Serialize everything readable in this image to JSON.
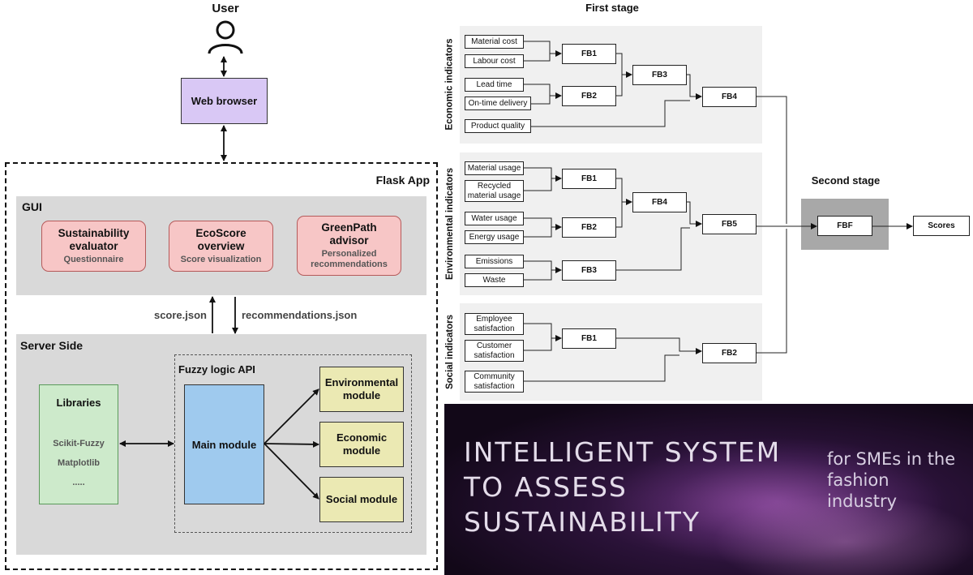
{
  "left": {
    "user_label": "User",
    "web_browser": "Web browser",
    "flask_app": "Flask App",
    "gui": {
      "title": "GUI",
      "boxes": [
        {
          "title": "Sustainability evaluator",
          "subtitle": "Questionnaire"
        },
        {
          "title": "EcoScore overview",
          "subtitle": "Score visualization"
        },
        {
          "title": "GreenPath advisor",
          "subtitle": "Personalized recommendations"
        }
      ]
    },
    "score_json": "score.json",
    "recommendations_json": "recommendations.json",
    "server": {
      "title": "Server Side",
      "libraries": {
        "title": "Libraries",
        "items": [
          "Scikit-Fuzzy",
          "Matplotlib",
          "....."
        ]
      },
      "fuzzy_api": "Fuzzy logic API",
      "main_module": "Main module",
      "modules": [
        "Environmental module",
        "Economic module",
        "Social module"
      ]
    }
  },
  "right": {
    "first_stage": "First stage",
    "second_stage": "Second stage",
    "economic": {
      "label": "Economic indicators",
      "indicators": [
        "Material cost",
        "Labour cost",
        "Lead time",
        "On-time delivery",
        "Product quality"
      ],
      "blocks": [
        "FB1",
        "FB2",
        "FB3",
        "FB4"
      ]
    },
    "environmental": {
      "label": "Environmental indicators",
      "indicators": [
        "Material usage",
        "Recycled material usage",
        "Water usage",
        "Energy usage",
        "Emissions",
        "Waste"
      ],
      "blocks": [
        "FB1",
        "FB2",
        "FB4",
        "FB3",
        "FB5"
      ]
    },
    "social": {
      "label": "Social indicators",
      "indicators": [
        "Employee satisfaction",
        "Customer satisfaction",
        "Community satisfaction"
      ],
      "blocks": [
        "FB1",
        "FB2"
      ]
    },
    "fbf": "FBF",
    "scores": "Scores"
  },
  "banner": {
    "lines": [
      "INTELLIGENT SYSTEM",
      "TO ASSESS",
      "SUSTAINABILITY"
    ],
    "sub_lines": [
      "for SMEs in the",
      "fashion",
      "industry"
    ]
  }
}
